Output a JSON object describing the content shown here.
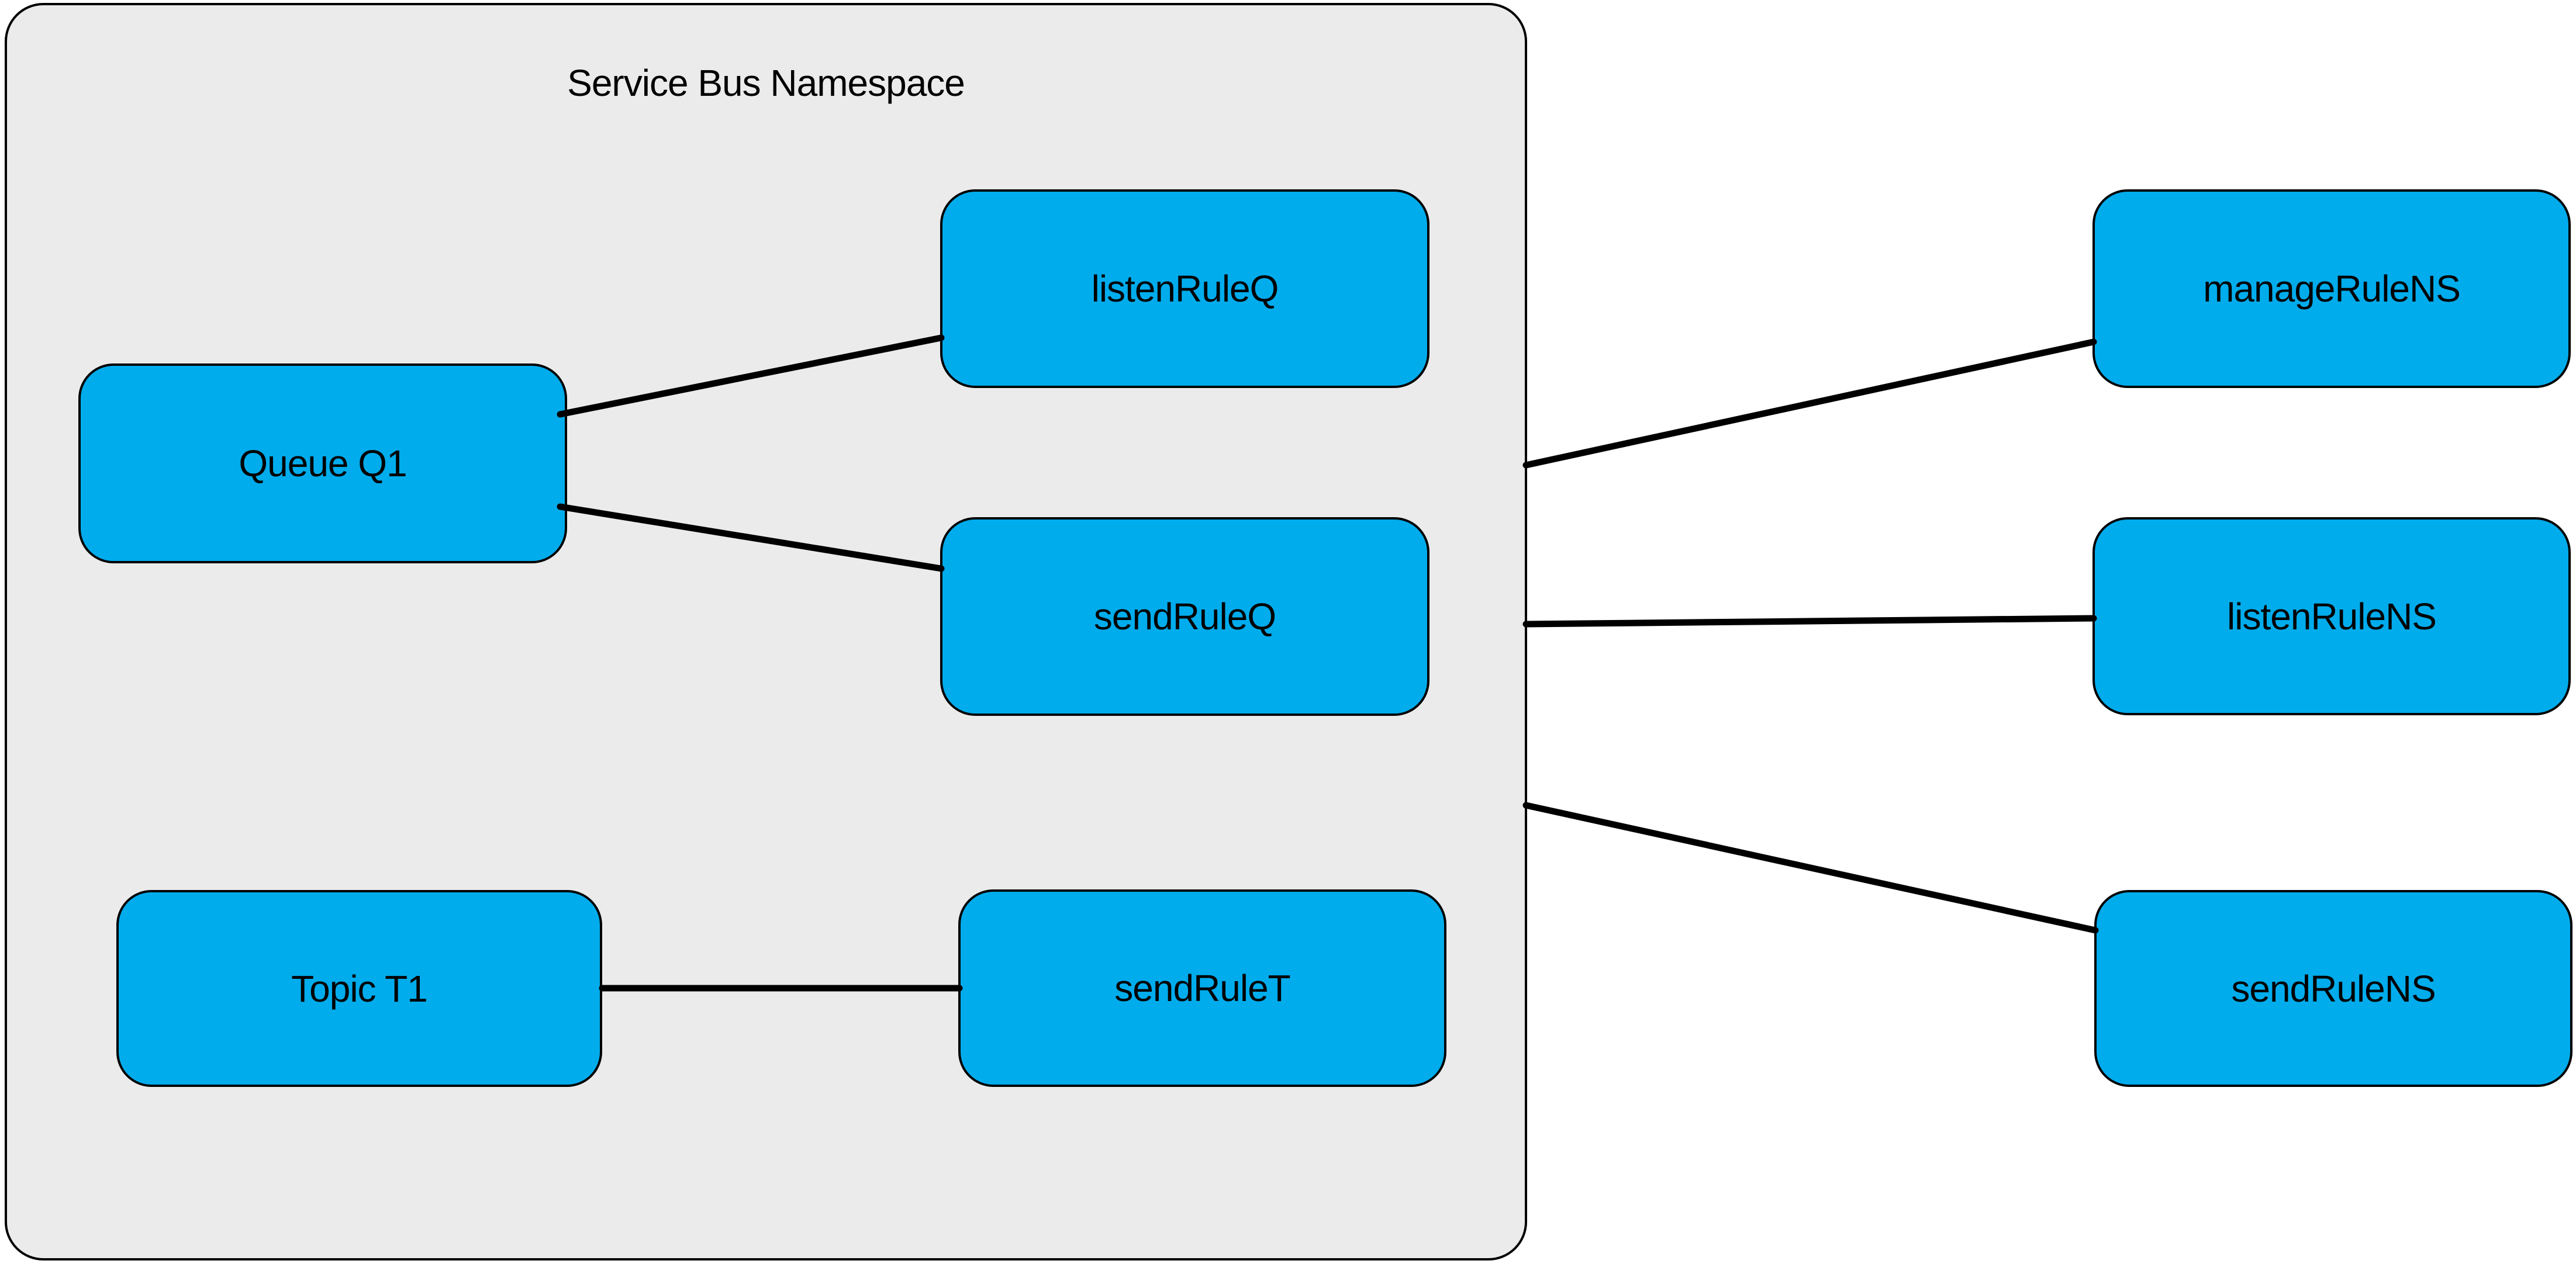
{
  "diagram": {
    "namespace": {
      "title": "Service Bus Namespace"
    },
    "nodes": {
      "queueQ1": {
        "label": "Queue Q1",
        "inside_namespace": true
      },
      "listenRuleQ": {
        "label": "listenRuleQ",
        "inside_namespace": true
      },
      "sendRuleQ": {
        "label": "sendRuleQ",
        "inside_namespace": true
      },
      "topicT1": {
        "label": "Topic T1",
        "inside_namespace": true
      },
      "sendRuleT": {
        "label": "sendRuleT",
        "inside_namespace": true
      },
      "manageRuleNS": {
        "label": "manageRuleNS",
        "inside_namespace": false
      },
      "listenRuleNS": {
        "label": "listenRuleNS",
        "inside_namespace": false
      },
      "sendRuleNS": {
        "label": "sendRuleNS",
        "inside_namespace": false
      }
    },
    "edges": [
      {
        "from": "Queue Q1",
        "to": "listenRuleQ"
      },
      {
        "from": "Queue Q1",
        "to": "sendRuleQ"
      },
      {
        "from": "Topic T1",
        "to": "sendRuleT"
      },
      {
        "from": "Service Bus Namespace",
        "to": "manageRuleNS"
      },
      {
        "from": "Service Bus Namespace",
        "to": "listenRuleNS"
      },
      {
        "from": "Service Bus Namespace",
        "to": "sendRuleNS"
      }
    ],
    "colors": {
      "node_fill": "#00ACEC",
      "node_stroke": "#000000",
      "namespace_fill": "#EBEBEB",
      "namespace_stroke": "#000000",
      "edge_color": "#000000",
      "canvas_background": "#FFFFFF",
      "text_color": "#000000"
    }
  }
}
